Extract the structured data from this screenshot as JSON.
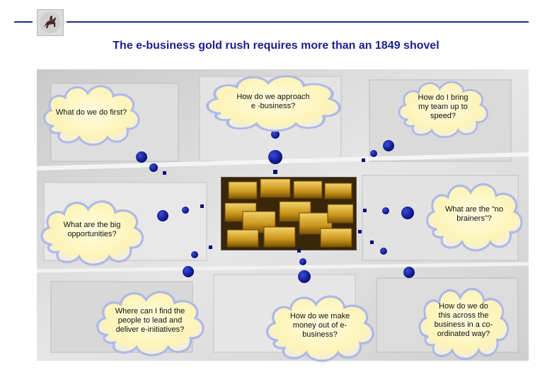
{
  "title": "The e-business gold rush requires more than an 1849 shovel",
  "logo": {
    "icon": "horse-rider-logo-icon"
  },
  "colors": {
    "title": "#1a1f8c",
    "rule": "#1a2a8c",
    "cloud_fill": "#fdf7c6",
    "cloud_edge": "#aeb9e6",
    "dot": "#0a0f7a"
  },
  "questions": {
    "first": "What do we do first?",
    "approach": "How do we approach e -business?",
    "team": "How do I bring my team up to speed?",
    "opportunities": "What are the big opportunities?",
    "no_brainers": "What are the “no brainers”?",
    "people": "Where can I find the people to lead and deliver e-initiatives?",
    "money": "How do we make money out of e-business?",
    "coordinated": "How do we do this across the business in a co-ordinated way?"
  }
}
